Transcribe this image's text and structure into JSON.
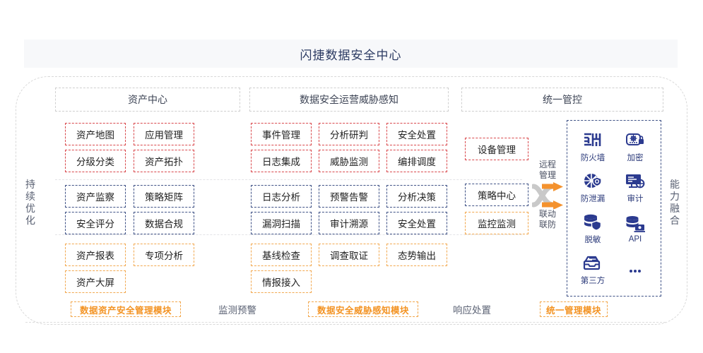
{
  "header": {
    "title": "闪捷数据安全中心"
  },
  "side_labels": {
    "left": {
      "chars": [
        "持",
        "续",
        "优",
        "化"
      ]
    },
    "right": {
      "chars": [
        "能",
        "力",
        "融",
        "合"
      ]
    }
  },
  "columns": {
    "asset": {
      "header": "资产中心"
    },
    "ops": {
      "header": "数据安全运营威胁感知"
    },
    "control": {
      "header": "统一管控"
    }
  },
  "asset_tiles": {
    "red": [
      "资产地图",
      "应用管理",
      "分级分类",
      "资产拓扑"
    ],
    "blue": [
      "资产监察",
      "策略矩阵",
      "安全评分",
      "数据合规"
    ],
    "orange": [
      "资产报表",
      "专项分析",
      "资产大屏"
    ]
  },
  "ops_tiles": {
    "red": [
      "事件管理",
      "分析研判",
      "安全处置",
      "日志集成",
      "威胁监测",
      "编排调度"
    ],
    "blue": [
      "日志分析",
      "预警告警",
      "分析决策",
      "漏洞扫描",
      "审计溯源",
      "安全处置"
    ],
    "orange": [
      "基线检查",
      "调查取证",
      "态势输出",
      "情报接入"
    ]
  },
  "control_tiles": {
    "device": "设备管理",
    "policy": "策略中心",
    "monitor": "监控监测"
  },
  "swap": {
    "remote": [
      "远程",
      "管理"
    ],
    "linkage": [
      "联动",
      "联防"
    ],
    "icon": "crossing-arrows-icon"
  },
  "capabilities": [
    {
      "icon": "firewall-icon",
      "label": "防火墙"
    },
    {
      "icon": "encryption-icon",
      "label": "加密"
    },
    {
      "icon": "leak-prevent-icon",
      "label": "防泄漏"
    },
    {
      "icon": "audit-icon",
      "label": "审计"
    },
    {
      "icon": "masking-icon",
      "label": "脱敏"
    },
    {
      "icon": "api-icon",
      "label": "API"
    },
    {
      "icon": "third-party-icon",
      "label": "第三方"
    },
    {
      "icon": "ellipsis-icon",
      "label": ""
    }
  ],
  "bottom": {
    "tag1": "数据资产安全管理模块",
    "plain1": "监测预警",
    "tag2": "数据安全威胁感知模块",
    "plain2": "响应处置",
    "tag3": "统一管理模块"
  },
  "colors": {
    "title": "#2b3a62",
    "red": "#d9474b",
    "blue": "#3f5286",
    "orange": "#f2a64a",
    "orange_text": "#f39323",
    "frame": "#d8d8d8",
    "titlebar_bg": "#f7f8fa"
  }
}
